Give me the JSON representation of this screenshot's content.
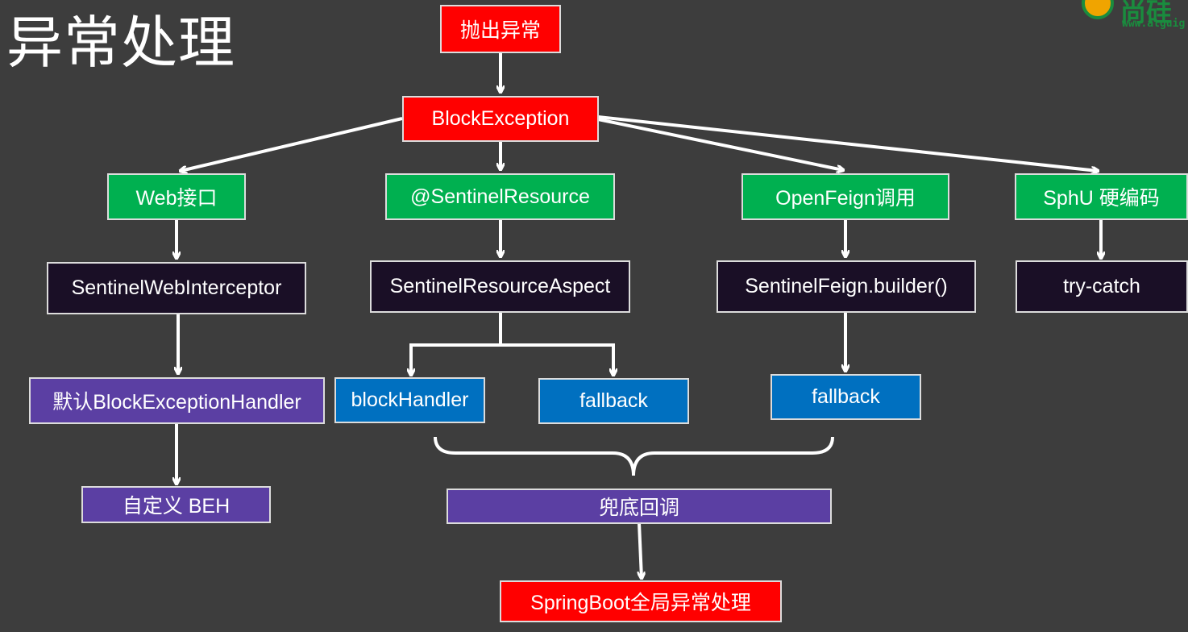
{
  "page": {
    "title": "异常处理",
    "logo_text": "尚硅",
    "logo_url": "www.atguig"
  },
  "nodes": {
    "throw": "抛出异常",
    "block_exception": "BlockException",
    "web": "Web接口",
    "sentinel_resource": "@SentinelResource",
    "openfeign": "OpenFeign调用",
    "sphu": "SphU 硬编码",
    "web_interceptor": "SentinelWebInterceptor",
    "resource_aspect": "SentinelResourceAspect",
    "feign_builder": "SentinelFeign.builder()",
    "try_catch": "try-catch",
    "default_handler": "默认BlockExceptionHandler",
    "block_handler": "blockHandler",
    "fallback_1": "fallback",
    "fallback_2": "fallback",
    "custom_beh": "自定义 BEH",
    "fallback_callback": "兜底回调",
    "global_handler": "SpringBoot全局异常处理"
  },
  "colors": {
    "background": "#3d3d3d",
    "red": "#ff0000",
    "green": "#00b050",
    "dark": "#1a0f26",
    "purple": "#5b3fa3",
    "blue": "#0070c0",
    "arrow": "#ffffff"
  }
}
